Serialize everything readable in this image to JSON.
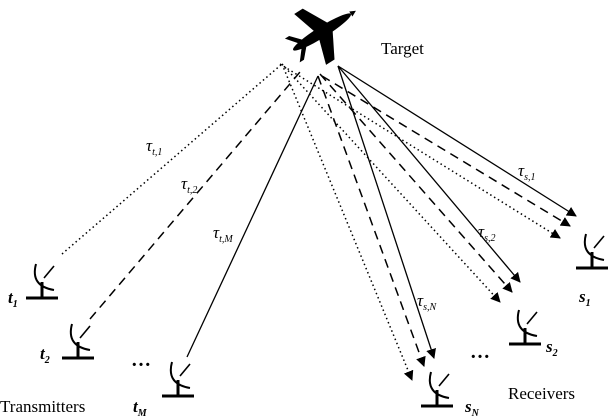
{
  "labels": {
    "target": "Target",
    "transmitters": "Transmitters",
    "receivers": "Receivers",
    "ellipsis": "…"
  },
  "delays": {
    "t1": {
      "sym": "τ",
      "sub": "t,1"
    },
    "t2": {
      "sym": "τ",
      "sub": "t,2"
    },
    "tM": {
      "sym": "τ",
      "sub": "t,M"
    },
    "s1": {
      "sym": "τ",
      "sub": "s,1"
    },
    "s2": {
      "sym": "τ",
      "sub": "s,2"
    },
    "sN": {
      "sym": "τ",
      "sub": "s,N"
    }
  },
  "nodes": {
    "t1": {
      "sym": "t",
      "sub": "1"
    },
    "t2": {
      "sym": "t",
      "sub": "2"
    },
    "tM": {
      "sym": "t",
      "sub": "M"
    },
    "s1": {
      "sym": "s",
      "sub": "1"
    },
    "s2": {
      "sym": "s",
      "sub": "2"
    },
    "sN": {
      "sym": "s",
      "sub": "N"
    }
  }
}
